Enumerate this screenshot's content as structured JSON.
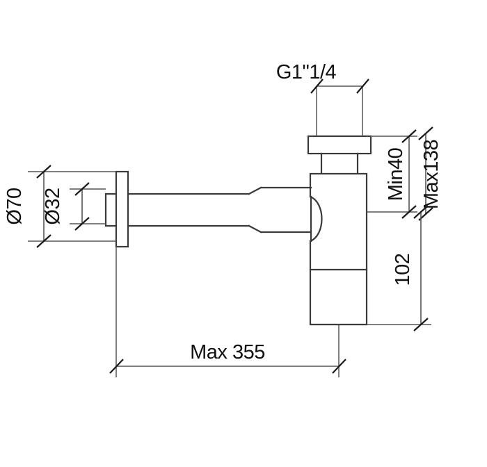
{
  "drawing": {
    "title": "Bottle Trap Technical Drawing",
    "type": "engineering-dimension-drawing",
    "background_color": "#ffffff",
    "line_color": "#3a3a3a",
    "dimension_line_color": "#555555",
    "text_color": "#111111"
  },
  "dimensions": {
    "thread_size": {
      "label": "G1\"1/4",
      "orientation": "horizontal",
      "position": "top",
      "description": "inlet thread size"
    },
    "flange_outer_diameter": {
      "label": "Ø70",
      "orientation": "vertical",
      "position": "left-outer",
      "description": "wall flange cover outer diameter"
    },
    "pipe_diameter": {
      "label": "Ø32",
      "orientation": "vertical",
      "position": "left-inner",
      "description": "horizontal outlet pipe diameter"
    },
    "height_min": {
      "label": "Min40",
      "orientation": "vertical",
      "position": "right-inner",
      "description": "minimum height from inlet collar to pipe centre"
    },
    "height_max": {
      "label": "Max138",
      "orientation": "vertical",
      "position": "right-outer",
      "description": "maximum height from inlet collar to pipe centre"
    },
    "body_height": {
      "label": "102",
      "orientation": "vertical",
      "position": "right-lower",
      "description": "bottle body height below pipe centre"
    },
    "reach_max": {
      "label": "Max 355",
      "orientation": "horizontal",
      "position": "bottom",
      "description": "maximum reach from wall to trap body centre"
    }
  },
  "parts": [
    {
      "name": "inlet-thread-extension",
      "description": "threaded inlet stub above collar"
    },
    {
      "name": "inlet-collar",
      "description": "flanged collar ring"
    },
    {
      "name": "inlet-neck",
      "description": "neck between collar and bottle body"
    },
    {
      "name": "bottle-body",
      "description": "cylindrical bottle trap body"
    },
    {
      "name": "body-seam",
      "description": "horizontal seam across bottle body"
    },
    {
      "name": "outlet-pipe",
      "description": "horizontal outlet pipe to wall"
    },
    {
      "name": "pipe-taper",
      "description": "tapered widening of outlet pipe"
    },
    {
      "name": "pipe-curve",
      "description": "curved junction between pipe and body"
    },
    {
      "name": "wall-flange",
      "description": "wall escutcheon flange plate"
    }
  ]
}
